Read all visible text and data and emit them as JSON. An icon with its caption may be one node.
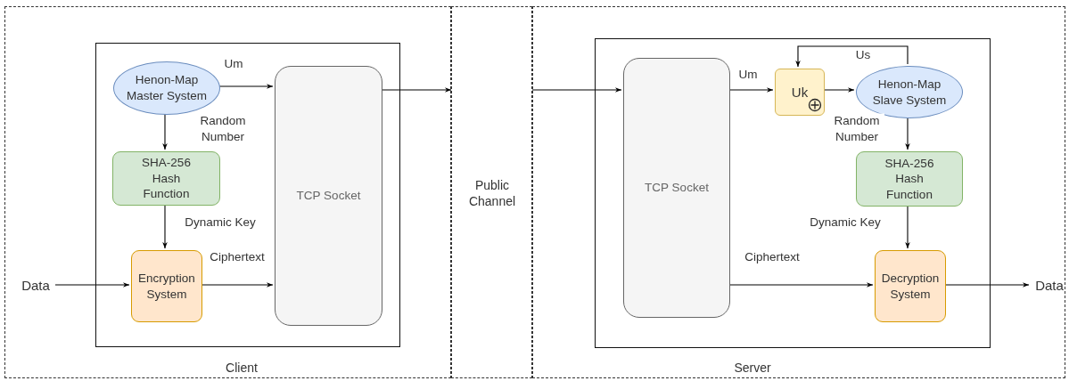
{
  "diagram": {
    "nodes": [
      {
        "text": [
          "Client"
        ]
      },
      {
        "text": [],
        "shape": "box",
        "in": 0
      },
      {
        "text": [
          "Henon-Map Master System"
        ],
        "in": 1
      },
      {
        "text": [
          "SHA-256 Hash Function"
        ],
        "in": 1
      },
      {
        "text": [
          "Encryption System"
        ],
        "in": 1
      },
      {
        "text": [
          "TCP Socket"
        ],
        "in": 1
      },
      {
        "text": [
          "Data"
        ],
        "in": 0
      },
      {
        "text": [
          "Public Channel"
        ]
      },
      {
        "text": [
          "Server"
        ]
      },
      {
        "text": [],
        "shape": "box",
        "in": 8
      },
      {
        "text": [
          "TCP Socket"
        ],
        "in": 9
      },
      {
        "text": [
          "Uk"
        ],
        "in": 9
      },
      {
        "text": [
          "Henon-Map Slave System"
        ],
        "in": 9
      },
      {
        "text": [
          "SHA-256 Hash Function"
        ],
        "in": 9
      },
      {
        "text": [
          "Decryption System"
        ],
        "in": 9
      },
      {
        "text": [
          "Data"
        ],
        "in": 8
      }
    ],
    "edges": [
      {
        "from": 2,
        "to": 5,
        "arrow": "to",
        "label": "Um"
      },
      {
        "from": 2,
        "to": 3,
        "arrow": "to",
        "label": "Random Number"
      },
      {
        "from": 3,
        "to": 4,
        "arrow": "to",
        "label": "Dynamic Key"
      },
      {
        "from": 6,
        "to": 4,
        "arrow": "to"
      },
      {
        "from": 4,
        "to": 5,
        "arrow": "to",
        "label": "Ciphertext"
      },
      {
        "from": 5,
        "to": 7,
        "arrow": "to"
      },
      {
        "from": 7,
        "to": 10,
        "arrow": "to"
      },
      {
        "from": 10,
        "to": 11,
        "arrow": "to",
        "label": "Um"
      },
      {
        "from": 11,
        "to": 12,
        "arrow": "to"
      },
      {
        "from": 12,
        "to": 11,
        "arrow": "to",
        "label": "Us"
      },
      {
        "from": 12,
        "to": 13,
        "arrow": "to",
        "label": "Random Number"
      },
      {
        "from": 13,
        "to": 14,
        "arrow": "to",
        "label": "Dynamic Key"
      },
      {
        "from": 10,
        "to": 14,
        "arrow": "to",
        "label": "Ciphertext"
      },
      {
        "from": 14,
        "to": 15,
        "arrow": "to"
      }
    ]
  }
}
